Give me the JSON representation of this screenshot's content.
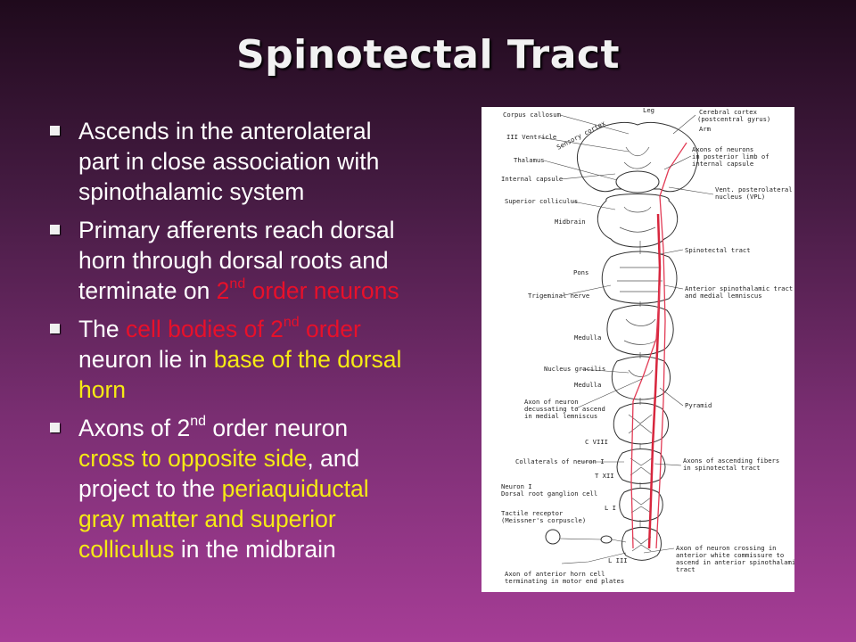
{
  "title": "Spinotectal Tract",
  "bullets": [
    {
      "lines": [
        {
          "text": "Ascends in the anterolateral",
          "color": ""
        },
        {
          "text": "part in close association with",
          "color": ""
        },
        {
          "text": "spinothalamic system",
          "color": ""
        }
      ]
    },
    {
      "b2_l1": "Primary afferents reach dorsal",
      "b2_l2": "horn through dorsal roots and",
      "b2_l3a": "terminate on ",
      "b2_l3b": "2",
      "b2_l3sup": "nd",
      "b2_l3c": " order neurons"
    },
    {
      "b3_l1a": "The ",
      "b3_l1b": "cell bodies of 2",
      "b3_l1sup": "nd",
      "b3_l1c": " order",
      "b3_l2a": "neuron lie in ",
      "b3_l2b": "base of the dorsal",
      "b3_l3": "horn"
    },
    {
      "b4_l1a": "Axons of 2",
      "b4_l1sup": "nd",
      "b4_l1b": " order neuron",
      "b4_l2a": "cross to opposite side",
      "b4_l2b": ", and",
      "b4_l3a": "project to the ",
      "b4_l3b": "periaquiductal",
      "b4_l4": "gray matter and superior",
      "b4_l5a": "colliculus",
      "b4_l5b": " in the midbrain"
    }
  ],
  "colors": {
    "highlight_red": "#e8102a",
    "highlight_yellow": "#f5ea14",
    "tract": "#d7263d"
  },
  "figure_labels": {
    "corpus_callosum": "Corpus callosum",
    "sensory_cortex": "Sensory cortex",
    "leg": "Leg",
    "cerebral_cortex": "Cerebral cortex",
    "postcentral": "(postcentral gyrus)",
    "arm": "Arm",
    "iii_ventricle": "III Ventricle",
    "axons_posterior_1": "Axons of neurons",
    "axons_posterior_2": "in posterior limb of",
    "axons_posterior_3": "internal capsule",
    "thalamus": "Thalamus",
    "internal_capsule": "Internal capsule",
    "vpl_1": "Vent. posterolateral",
    "vpl_2": "nucleus (VPL)",
    "superior_colliculus": "Superior colliculus",
    "midbrain": "Midbrain",
    "spinotectal_tract": "Spinotectal tract",
    "pons": "Pons",
    "trigeminal_nerve": "Trigeminal nerve",
    "ant_spinothalamic_1": "Anterior spinothalamic tract",
    "ant_spinothalamic_2": "and medial lemniscus",
    "medulla_1": "Medulla",
    "nucleus_gracilis": "Nucleus gracilis",
    "medulla_2": "Medulla",
    "axon_decussating_1": "Axon of neuron",
    "axon_decussating_2": "decussating to ascend",
    "axon_decussating_3": "in medial lemniscus",
    "pyramid": "Pyramid",
    "c_viii": "C VIII",
    "collaterals": "Collaterals of neuron I",
    "ascending_fibers_1": "Axons of ascending fibers",
    "ascending_fibers_2": "in spinotectal tract",
    "t_xii": "T XII",
    "neuron_i_1": "Neuron I",
    "neuron_i_2": "Dorsal root ganglion cell",
    "tactile_1": "Tactile receptor",
    "tactile_2": "(Meissner's corpuscle)",
    "l_i": "L I",
    "l_iii": "L III",
    "crossing_1": "Axon of neuron crossing in",
    "crossing_2": "anterior white commissure to",
    "crossing_3": "ascend in anterior spinothalamic",
    "crossing_4": "tract",
    "anterior_horn_1": "Axon of anterior horn cell",
    "anterior_horn_2": "terminating in motor end plates"
  }
}
